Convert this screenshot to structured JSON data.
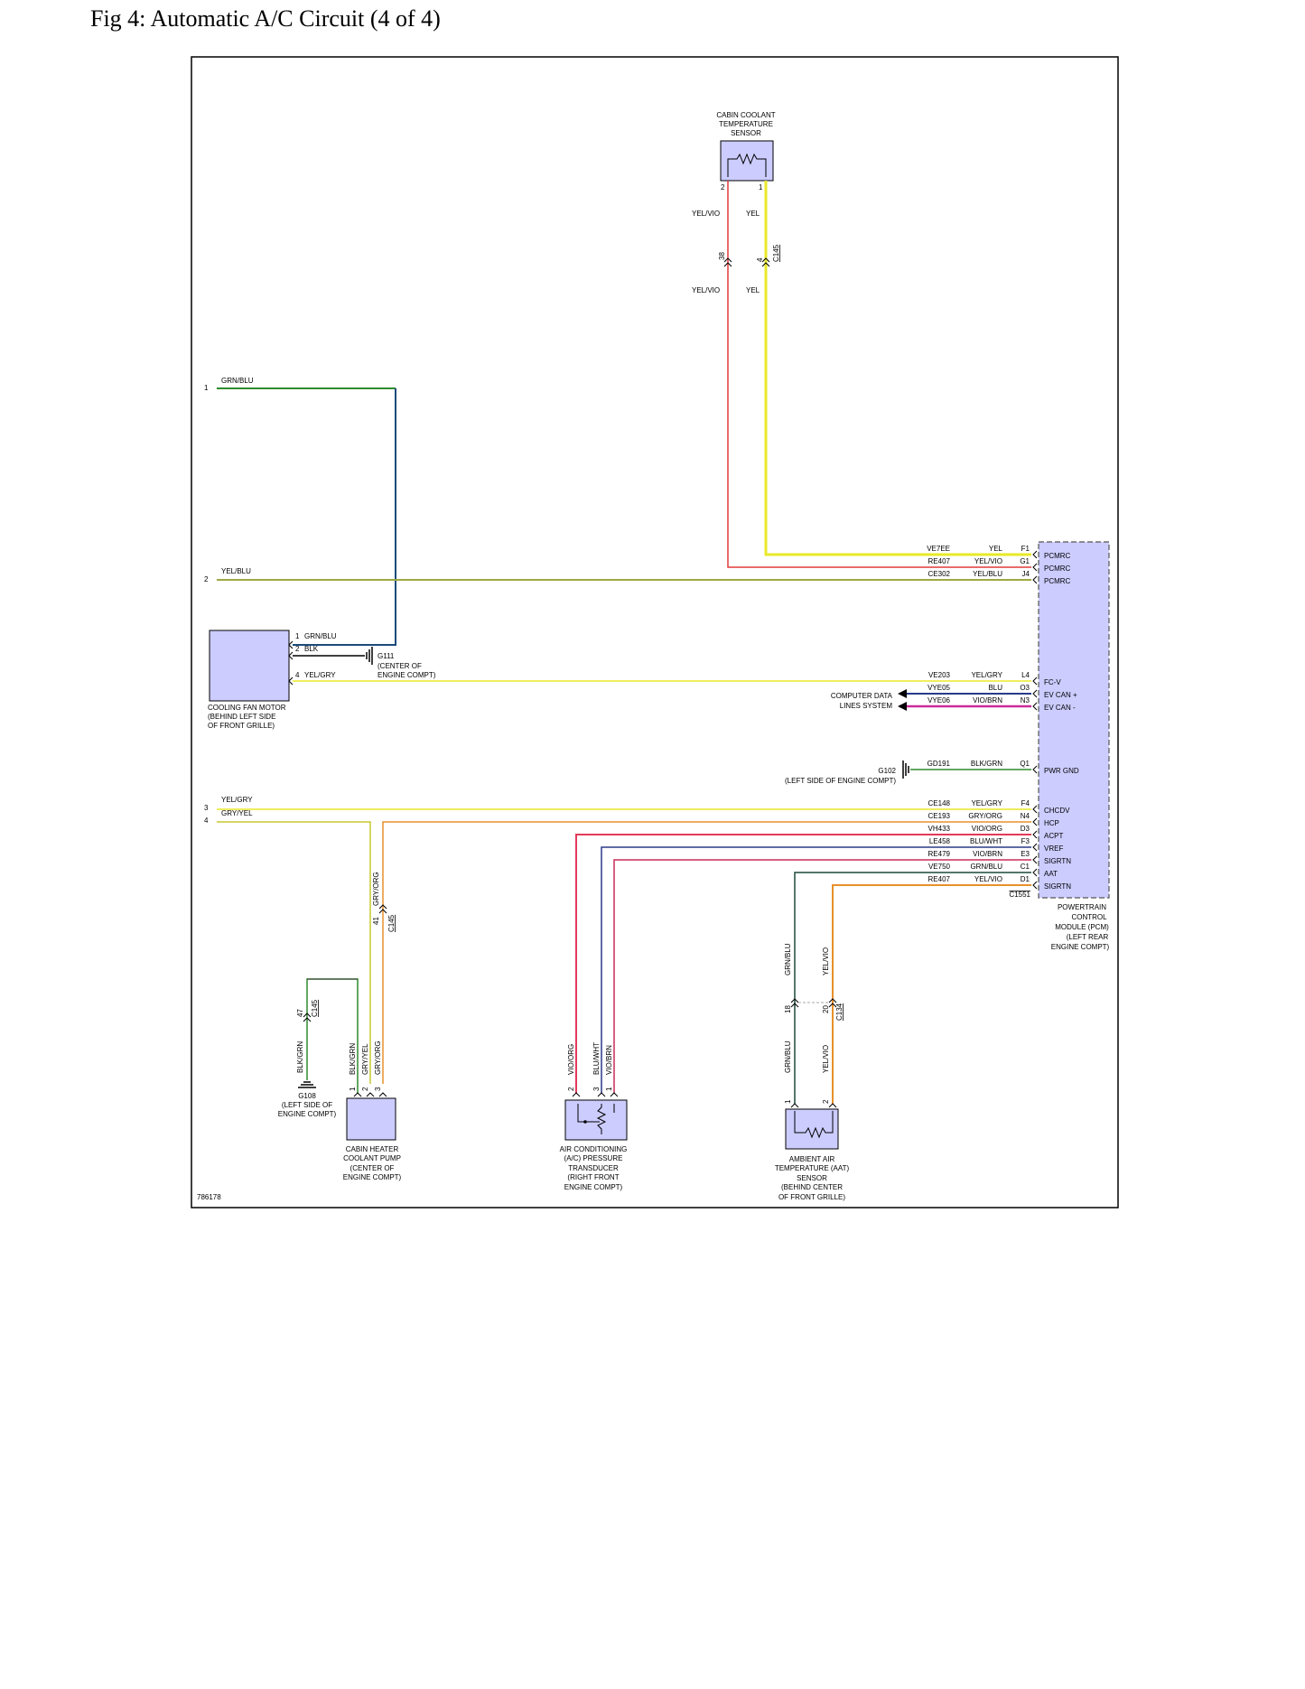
{
  "page": {
    "title": "Fig 4: Automatic A/C Circuit (4 of 4)"
  },
  "figure_id": "786178",
  "colors": {
    "component_fill": "#ccccff",
    "green": "#2e8b2e",
    "blue_wire": "#1a4a7a",
    "yellow": "#e8e82a",
    "dark_yellow": "#c8c830",
    "red": "#e23a3a",
    "orange": "#e8902a",
    "violet": "#6a3a9a",
    "magenta": "#cc2a9a",
    "navy": "#2a3a8a",
    "gray": "#909090",
    "black": "#000000"
  },
  "components": {
    "cabin_sensor": {
      "label": [
        "CABIN COOLANT",
        "TEMPERATURE",
        "SENSOR"
      ],
      "pins": [
        "2",
        "1"
      ]
    },
    "cooling_fan": {
      "label": [
        "COOLING FAN MOTOR",
        "(BEHIND LEFT SIDE",
        "OF FRONT GRILLE)"
      ]
    },
    "pcm": {
      "label": [
        "POWERTRAIN",
        "CONTROL",
        "MODULE (PCM)",
        "(LEFT REAR",
        "ENGINE COMPT)"
      ]
    },
    "heater_pump": {
      "label": [
        "CABIN HEATER",
        "COOLANT PUMP",
        "(CENTER OF",
        "ENGINE COMPT)"
      ]
    },
    "ac_transducer": {
      "label": [
        "AIR CONDITIONING",
        "(A/C) PRESSURE",
        "TRANSDUCER",
        "(RIGHT FRONT",
        "ENGINE COMPT)"
      ]
    },
    "aat_sensor": {
      "label": [
        "AMBIENT AIR",
        "TEMPERATURE (AAT)",
        "SENSOR",
        "(BEHIND CENTER",
        "OF FRONT GRILLE)"
      ]
    }
  },
  "grounds": {
    "g111": {
      "id": "G111",
      "label": [
        "(CENTER OF",
        "ENGINE COMPT)"
      ]
    },
    "g102": {
      "id": "G102",
      "label": "(LEFT SIDE OF ENGINE COMPT)"
    },
    "g108": {
      "id": "G108",
      "label": [
        "(LEFT SIDE OF",
        "ENGINE COMPT)"
      ]
    }
  },
  "connectors": {
    "c145_top": {
      "id": "C145",
      "pins": [
        "38",
        "4"
      ]
    },
    "c145_mid": {
      "id": "C145",
      "pin": "41"
    },
    "c145_low": {
      "id": "C145",
      "pin": "47"
    },
    "c134": {
      "id": "C134",
      "pins": [
        "18",
        "20"
      ]
    },
    "c1551": {
      "id": "C1551"
    }
  },
  "left_terminals": [
    {
      "num": "1",
      "color": "GRN/BLU"
    },
    {
      "num": "2",
      "color": "YEL/BLU"
    },
    {
      "num": "3",
      "color": "YEL/GRY"
    },
    {
      "num": "4",
      "color": "GRY/YEL"
    }
  ],
  "cabin_sensor_wires": {
    "upper": [
      "YEL/VIO",
      "YEL"
    ],
    "lower": [
      "YEL/VIO",
      "YEL"
    ]
  },
  "fan_pins": [
    {
      "pin": "1",
      "color": "GRN/BLU"
    },
    {
      "pin": "2",
      "color": "BLK"
    },
    {
      "pin": "4",
      "color": "YEL/GRY"
    }
  ],
  "data_lines_label": [
    "COMPUTER DATA",
    "LINES SYSTEM"
  ],
  "pcm_circuits": [
    {
      "circuit": "VE7EE",
      "color": "YEL",
      "pin": "F1",
      "signal": "PCMRC"
    },
    {
      "circuit": "RE407",
      "color": "YEL/VIO",
      "pin": "G1",
      "signal": "PCMRC"
    },
    {
      "circuit": "CE302",
      "color": "YEL/BLU",
      "pin": "J4",
      "signal": "PCMRC"
    },
    {
      "circuit": "VE203",
      "color": "YEL/GRY",
      "pin": "L4",
      "signal": "FC-V"
    },
    {
      "circuit": "VYE05",
      "color": "BLU",
      "pin": "O3",
      "signal": "EV CAN +"
    },
    {
      "circuit": "VYE06",
      "color": "VIO/BRN",
      "pin": "N3",
      "signal": "EV CAN -"
    },
    {
      "circuit": "GD191",
      "color": "BLK/GRN",
      "pin": "Q1",
      "signal": "PWR GND"
    },
    {
      "circuit": "CE148",
      "color": "YEL/GRY",
      "pin": "F4",
      "signal": "CHCDV"
    },
    {
      "circuit": "CE193",
      "color": "GRY/ORG",
      "pin": "N4",
      "signal": "HCP"
    },
    {
      "circuit": "VH433",
      "color": "VIO/ORG",
      "pin": "D3",
      "signal": "ACPT"
    },
    {
      "circuit": "LE458",
      "color": "BLU/WHT",
      "pin": "F3",
      "signal": "VREF"
    },
    {
      "circuit": "RE479",
      "color": "VIO/BRN",
      "pin": "E3",
      "signal": "SIGRTN"
    },
    {
      "circuit": "VE750",
      "color": "GRN/BLU",
      "pin": "C1",
      "signal": "AAT"
    },
    {
      "circuit": "RE407",
      "color": "YEL/VIO",
      "pin": "D1",
      "signal": "SIGRTN"
    }
  ],
  "vertical_wire_labels": {
    "gry_org_upper": "GRY/ORG",
    "g108_wire": "BLK/GRN",
    "pump": [
      {
        "pin": "1",
        "color": "BLK/GRN"
      },
      {
        "pin": "2",
        "color": "GRY/YEL"
      },
      {
        "pin": "3",
        "color": "GRY/ORG"
      }
    ],
    "transducer": [
      {
        "pin": "2",
        "color": "VIO/ORG"
      },
      {
        "pin": "3",
        "color": "BLU/WHT"
      },
      {
        "pin": "1",
        "color": "VIO/BRN"
      }
    ],
    "aat_upper": [
      "GRN/BLU",
      "YEL/VIO"
    ],
    "aat_lower": [
      {
        "pin": "1",
        "color": "GRN/BLU"
      },
      {
        "pin": "2",
        "color": "YEL/VIO"
      }
    ]
  }
}
